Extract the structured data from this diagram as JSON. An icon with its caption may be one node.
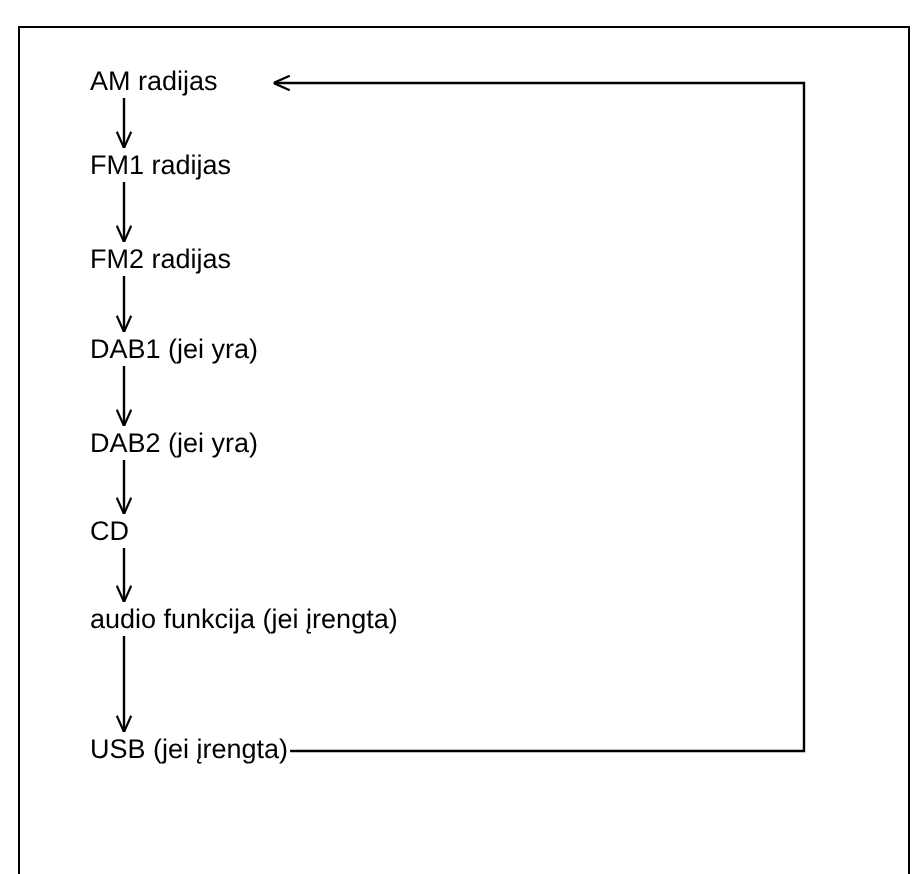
{
  "diagram": {
    "nodes": [
      {
        "text": [
          "AM radijas"
        ]
      },
      {
        "text": [
          "FM1 radijas"
        ]
      },
      {
        "text": [
          "FM2 radijas"
        ]
      },
      {
        "text": [
          "DAB1 (jei yra)"
        ]
      },
      {
        "text": [
          "DAB2 (jei yra)"
        ]
      },
      {
        "text": [
          "CD"
        ]
      },
      {
        "text": [
          "audio funkcija (jei įrengta)"
        ]
      },
      {
        "text": [
          "USB (jei įrengta)"
        ]
      }
    ],
    "edges": [
      {
        "from": 0,
        "to": 1,
        "arrow": "to"
      },
      {
        "from": 1,
        "to": 2,
        "arrow": "to"
      },
      {
        "from": 2,
        "to": 3,
        "arrow": "to"
      },
      {
        "from": 3,
        "to": 4,
        "arrow": "to"
      },
      {
        "from": 4,
        "to": 5,
        "arrow": "to"
      },
      {
        "from": 5,
        "to": 6,
        "arrow": "to"
      },
      {
        "from": 6,
        "to": 7,
        "arrow": "to"
      },
      {
        "from": 7,
        "to": 0,
        "arrow": "to"
      }
    ]
  }
}
